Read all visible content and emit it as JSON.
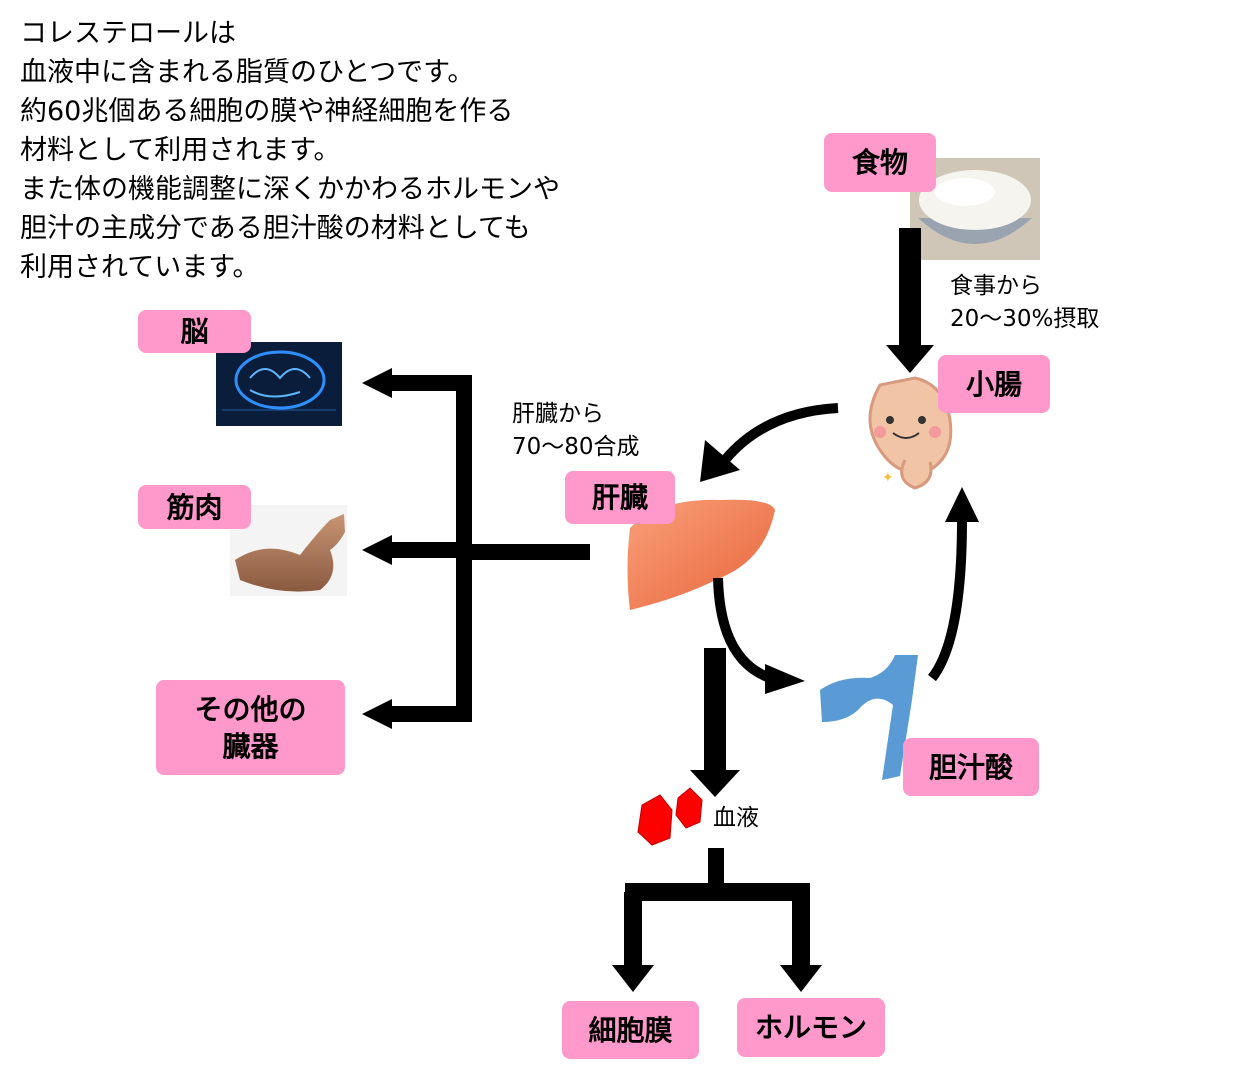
{
  "intro": {
    "text": "コレステロールは\n血液中に含まれる脂質のひとつです。\n約60兆個ある細胞の膜や神経細胞を作る\n材料として利用されます。\nまた体の機能調整に深くかかわるホルモンや\n胆汁の主成分である胆汁酸の材料としても\n利用されています。"
  },
  "labels": {
    "food": "食物",
    "small_intestine": "小腸",
    "liver": "肝臓",
    "bile_acid": "胆汁酸",
    "brain": "脳",
    "muscle": "筋肉",
    "other_organs": "その他の\n臓器",
    "cell_membrane": "細胞膜",
    "hormone": "ホルモン"
  },
  "notes": {
    "diet": "食事から\n20～30%摂取",
    "liver_synthesis": "肝臓から\n70～80合成",
    "blood": "血液"
  },
  "colors": {
    "label_bg": "#ff99cc",
    "arrow": "#000000",
    "liver": "#f47a4c",
    "bile": "#5b9bd5",
    "blood": "#ff0000",
    "brain_bg": "#0a1d3a"
  }
}
